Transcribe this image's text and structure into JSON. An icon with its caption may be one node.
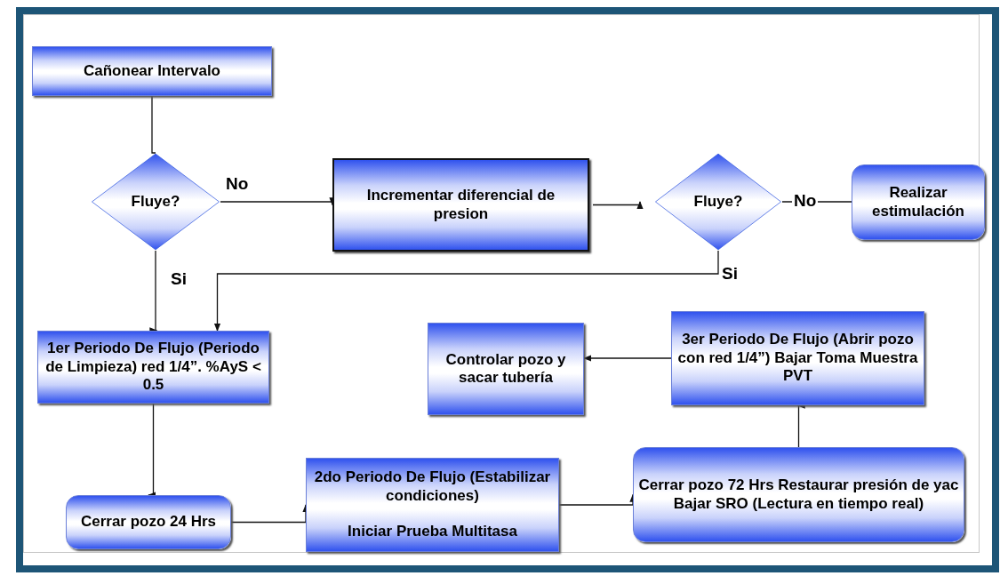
{
  "diagram": {
    "nodes": [
      {
        "text": [
          "Cañonear Intervalo"
        ]
      },
      {
        "text": [
          "Fluye?"
        ]
      },
      {
        "text": [
          "Incrementar diferencial de presion"
        ]
      },
      {
        "text": [
          "Fluye?"
        ]
      },
      {
        "text": [
          "Realizar estimulación"
        ]
      },
      {
        "text": [
          "1er Periodo De Flujo (Periodo de Limpieza) red 1/4”. %AyS < 0.5"
        ]
      },
      {
        "text": [
          "Cerrar pozo 24 Hrs"
        ]
      },
      {
        "text": [
          "2do Periodo De Flujo (Estabilizar condiciones)",
          "Iniciar Prueba Multitasa"
        ]
      },
      {
        "text": [
          "Cerrar pozo 72 Hrs Restaurar presión de yac Bajar SRO (Lectura en tiempo real)"
        ]
      },
      {
        "text": [
          "3er Periodo De Flujo (Abrir pozo con red 1/4”) Bajar Toma Muestra PVT"
        ]
      },
      {
        "text": [
          "Controlar pozo y sacar tubería"
        ]
      }
    ],
    "edges": [
      {
        "from": 0,
        "to": 1,
        "arrow": "none"
      },
      {
        "from": 1,
        "to": 2,
        "arrow": "to",
        "label": "No"
      },
      {
        "from": 2,
        "to": 3,
        "arrow": "to"
      },
      {
        "from": 3,
        "to": 4,
        "arrow": "none",
        "label": "No"
      },
      {
        "from": 3,
        "to": 5,
        "arrow": "to",
        "label": "Si"
      },
      {
        "from": 1,
        "to": 5,
        "arrow": "to",
        "label": "Si"
      },
      {
        "from": 5,
        "to": 6,
        "arrow": "to"
      },
      {
        "from": 6,
        "to": 7,
        "arrow": "to"
      },
      {
        "from": 7,
        "to": 8,
        "arrow": "to"
      },
      {
        "from": 8,
        "to": 9,
        "arrow": "to"
      },
      {
        "from": 9,
        "to": 10,
        "arrow": "to"
      }
    ]
  }
}
